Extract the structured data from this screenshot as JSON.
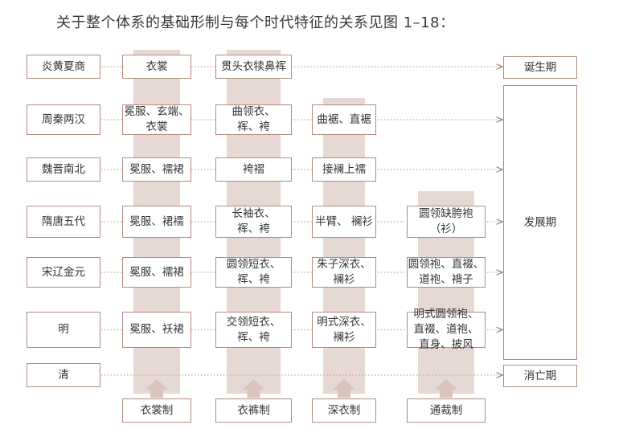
{
  "title": "关于整个体系的基础形制与每个时代特征的关系见图 1–18：",
  "colors": {
    "stripe": "#e6d8d2",
    "border": "#b48a7e",
    "arrow": "#a07a6e",
    "connector": "#c4a69c"
  },
  "dynasties": [
    "炎黄夏商",
    "周秦两汉",
    "魏晋南北",
    "隋唐五代",
    "宋辽金元",
    "明",
    "清"
  ],
  "stages": {
    "birth": "诞生期",
    "development": "发展期",
    "decline": "消亡期"
  },
  "systems": [
    "衣裳制",
    "衣裤制",
    "深衣制",
    "通裁制"
  ],
  "cells": {
    "c1": [
      "衣裳",
      "冕服、玄端、\n衣裳",
      "冕服、襦裙",
      "冕服、裙襦",
      "冕服、襦裙",
      "冕服、袄裙"
    ],
    "c2": [
      "贯头衣犊鼻裈",
      "曲领衣、\n裈、袴",
      "袴褶",
      "长袖衣、\n裈、袴",
      "圆领短衣、\n裈、袴",
      "交领短衣、\n裈、袴"
    ],
    "c3": [
      "曲裾、直裾",
      "接襕上襦",
      "半臂、 襕衫",
      "朱子深衣、\n襕衫",
      "明式深衣、\n襕衫"
    ],
    "c4": [
      "圆领缺胯袍\n（衫）",
      "圆领袍、直裰、\n道袍、褙子",
      "明式圆领袍、\n直裰、道袍、\n直身、披风"
    ]
  }
}
